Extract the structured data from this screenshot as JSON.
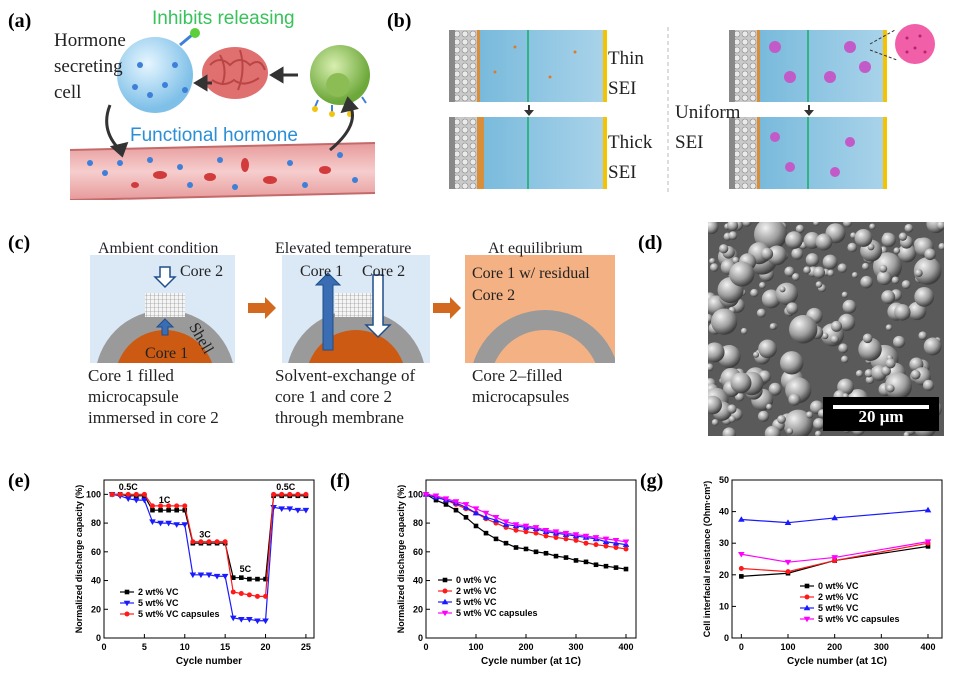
{
  "panel_labels": [
    "(a)",
    "(b)",
    "(c)",
    "(d)",
    "(e)",
    "(f)",
    "(g)"
  ],
  "panel_a": {
    "inhibits": "Inhibits releasing",
    "hormone_cell": [
      "Hormone",
      "secreting",
      "cell"
    ],
    "functional": "Functional hormone"
  },
  "panel_b": {
    "thin": [
      "Thin",
      "SEI"
    ],
    "thick": [
      "Thick",
      "SEI"
    ],
    "uniform": [
      "Uniform",
      "SEI"
    ]
  },
  "panel_c": {
    "ambient": "Ambient condition",
    "core2": "Core 2",
    "core1": "Core 1",
    "shell": "Shell",
    "caption1": [
      "Core 1 filled",
      "microcapsule",
      "immersed in core 2"
    ],
    "elevated": "Elevated temperature",
    "core1b": "Core 1",
    "core2b": "Core 2",
    "caption2": [
      "Solvent-exchange of",
      "core 1 and core 2",
      "through membrane"
    ],
    "equilibrium": "At equilibrium",
    "residual": [
      "Core 1 w/ residual",
      "Core 2"
    ],
    "caption3": [
      "Core 2–filled",
      "microcapsules"
    ]
  },
  "panel_d": {
    "scale": "20 μm"
  },
  "chart_data": [
    {
      "type": "line",
      "id": "e",
      "xlabel": "Cycle number",
      "ylabel": "Normalized discharge capacity (%)",
      "xlim": [
        0,
        26
      ],
      "ylim": [
        0,
        110
      ],
      "xticks": [
        0,
        5,
        10,
        15,
        20,
        25
      ],
      "yticks": [
        0,
        20,
        40,
        60,
        80,
        100
      ],
      "annotations": [
        {
          "text": "0.5C",
          "x": 3,
          "y": 103
        },
        {
          "text": "1C",
          "x": 7.5,
          "y": 94
        },
        {
          "text": "3C",
          "x": 12.5,
          "y": 70
        },
        {
          "text": "5C",
          "x": 17.5,
          "y": 46
        },
        {
          "text": "0.5C",
          "x": 22.5,
          "y": 103
        }
      ],
      "x": [
        1,
        2,
        3,
        4,
        5,
        6,
        7,
        8,
        9,
        10,
        11,
        12,
        13,
        14,
        15,
        16,
        17,
        18,
        19,
        20,
        21,
        22,
        23,
        24,
        25
      ],
      "series": [
        {
          "name": "2 wt% VC",
          "color": "#000000",
          "marker": "square",
          "values": [
            100,
            100,
            99,
            99,
            99,
            89,
            89,
            89,
            89,
            89,
            66,
            66,
            66,
            66,
            66,
            42,
            42,
            41,
            41,
            41,
            99,
            99,
            99,
            99,
            99
          ]
        },
        {
          "name": "5 wt% VC",
          "color": "#1a1aff",
          "marker": "triangle-down",
          "values": [
            100,
            99,
            97,
            96,
            96,
            81,
            80,
            80,
            79,
            79,
            44,
            44,
            44,
            43,
            43,
            14,
            13,
            13,
            12,
            12,
            91,
            90,
            90,
            89,
            89
          ]
        },
        {
          "name": "5 wt% VC capsules",
          "color": "#ff1a1a",
          "marker": "circle",
          "values": [
            100,
            100,
            100,
            100,
            100,
            92,
            92,
            92,
            92,
            92,
            67,
            67,
            67,
            67,
            67,
            32,
            31,
            30,
            29,
            29,
            100,
            100,
            100,
            100,
            100
          ]
        }
      ],
      "legend": "lower-left"
    },
    {
      "type": "line",
      "id": "f",
      "xlabel": "Cycle number (at 1C)",
      "ylabel": "Normalized discharge capacity (%)",
      "xlim": [
        0,
        420
      ],
      "ylim": [
        0,
        110
      ],
      "xticks": [
        0,
        100,
        200,
        300,
        400
      ],
      "yticks": [
        0,
        20,
        40,
        60,
        80,
        100
      ],
      "x": [
        0,
        20,
        40,
        60,
        80,
        100,
        120,
        140,
        160,
        180,
        200,
        220,
        240,
        260,
        280,
        300,
        320,
        340,
        360,
        380,
        400
      ],
      "series": [
        {
          "name": "0 wt% VC",
          "color": "#000000",
          "marker": "square",
          "values": [
            100,
            96,
            93,
            89,
            84,
            78,
            73,
            69,
            66,
            63,
            62,
            60,
            59,
            57,
            56,
            54,
            53,
            51,
            50,
            49,
            48
          ]
        },
        {
          "name": "2 wt% VC",
          "color": "#ff1a1a",
          "marker": "circle",
          "values": [
            100,
            98,
            96,
            93,
            90,
            87,
            83,
            80,
            77,
            75,
            74,
            73,
            71,
            70,
            69,
            68,
            66,
            65,
            64,
            63,
            62
          ]
        },
        {
          "name": "5 wt% VC",
          "color": "#1a1aff",
          "marker": "triangle-up",
          "values": [
            100,
            98,
            96,
            94,
            91,
            87,
            84,
            82,
            79,
            78,
            77,
            76,
            74,
            73,
            72,
            71,
            70,
            69,
            67,
            66,
            65
          ]
        },
        {
          "name": "5 wt% VC capsules",
          "color": "#ff00ff",
          "marker": "triangle-down",
          "values": [
            100,
            99,
            97,
            95,
            93,
            90,
            87,
            84,
            81,
            79,
            78,
            77,
            75,
            74,
            73,
            72,
            71,
            70,
            69,
            68,
            67
          ]
        }
      ],
      "legend": "lower-left"
    },
    {
      "type": "line",
      "id": "g",
      "xlabel": "Cycle number (at 1C)",
      "ylabel": "Cell interfacial resistance (Ohm·cm²)",
      "xlim": [
        -20,
        430
      ],
      "ylim": [
        0,
        50
      ],
      "xticks": [
        0,
        100,
        200,
        300,
        400
      ],
      "yticks": [
        0,
        10,
        20,
        30,
        40,
        50
      ],
      "x": [
        0,
        100,
        200,
        400
      ],
      "series": [
        {
          "name": "0 wt% VC",
          "color": "#000000",
          "marker": "square",
          "values": [
            19.5,
            20.5,
            24.5,
            29
          ]
        },
        {
          "name": "2 wt% VC",
          "color": "#ff1a1a",
          "marker": "circle",
          "values": [
            22,
            21,
            24.5,
            30
          ]
        },
        {
          "name": "5 wt% VC",
          "color": "#1a1aff",
          "marker": "triangle-up",
          "values": [
            37.5,
            36.5,
            38,
            40.5
          ]
        },
        {
          "name": "5 wt% VC capsules",
          "color": "#ff00ff",
          "marker": "triangle-down",
          "values": [
            26.5,
            24,
            25.5,
            30.5
          ]
        }
      ],
      "legend": "lower-right"
    }
  ]
}
